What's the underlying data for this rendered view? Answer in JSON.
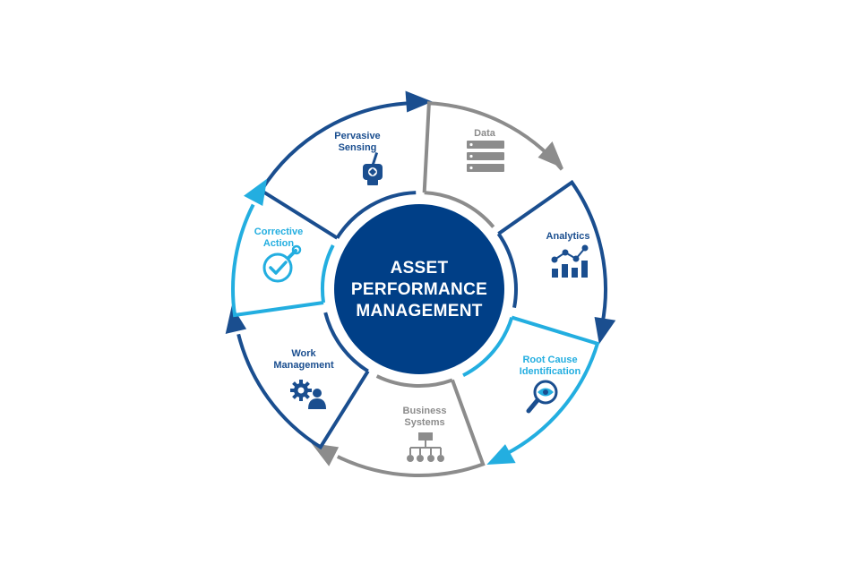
{
  "center": {
    "lines": [
      "ASSET",
      "PERFORMANCE",
      "MANAGEMENT"
    ],
    "color": "#003f87"
  },
  "segments": [
    {
      "key": "pervasive-sensing",
      "label_lines": [
        "Pervasive",
        "Sensing"
      ],
      "color": "#1a4e8f",
      "icon": "sensor-icon"
    },
    {
      "key": "data",
      "label_lines": [
        "Data"
      ],
      "color": "#8c8c8c",
      "icon": "server-icon"
    },
    {
      "key": "analytics",
      "label_lines": [
        "Analytics"
      ],
      "color": "#1a4e8f",
      "icon": "bar-chart-icon"
    },
    {
      "key": "root-cause-identification",
      "label_lines": [
        "Root Cause",
        "Identification"
      ],
      "color": "#23aee0",
      "icon": "magnifier-eye-icon"
    },
    {
      "key": "business-systems",
      "label_lines": [
        "Business",
        "Systems"
      ],
      "color": "#8c8c8c",
      "icon": "org-chart-icon"
    },
    {
      "key": "work-management",
      "label_lines": [
        "Work",
        "Management"
      ],
      "color": "#1a4e8f",
      "icon": "gear-person-icon"
    },
    {
      "key": "corrective-action",
      "label_lines": [
        "Corrective",
        "Action"
      ],
      "color": "#23aee0",
      "icon": "wrench-check-icon"
    }
  ]
}
